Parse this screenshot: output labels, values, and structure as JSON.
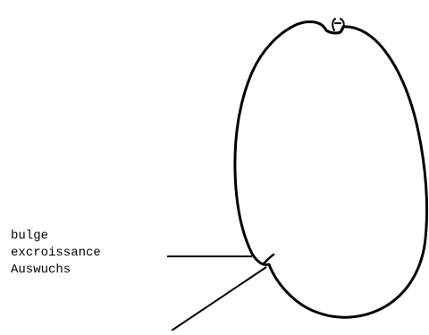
{
  "diagram": {
    "subject": "fruit outline with bulge",
    "labels": {
      "english": "bulge",
      "french": "excroissance",
      "german": "Auswuchs"
    }
  }
}
